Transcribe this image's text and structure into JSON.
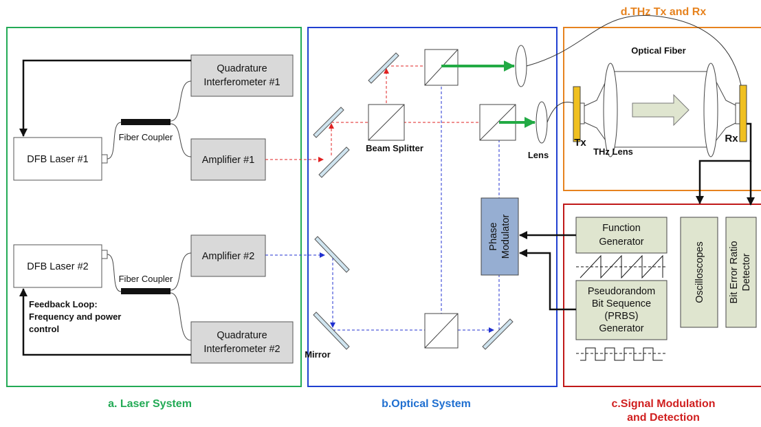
{
  "sections": {
    "laser": {
      "title": "a. Laser System",
      "color": "#22aa55"
    },
    "optical": {
      "title": "b.Optical System",
      "color": "#1f6fd0"
    },
    "signal": {
      "title_line1": "c.Signal Modulation",
      "title_line2": "and Detection",
      "color": "#d01f1f"
    },
    "thz": {
      "title": "d.THz Tx and Rx",
      "color": "#e6821e"
    }
  },
  "laser_system": {
    "dfb1": "DFB Laser #1",
    "dfb2": "DFB Laser #2",
    "qi1_line1": "Quadrature",
    "qi1_line2": "Interferometer #1",
    "qi2_line1": "Quadrature",
    "qi2_line2": "Interferometer #2",
    "amp1": "Amplifier #1",
    "amp2": "Amplifier #2",
    "coupler1": "Fiber Coupler",
    "coupler2": "Fiber Coupler",
    "feedback_line1": "Feedback Loop:",
    "feedback_line2": "Frequency and power",
    "feedback_line3": "control"
  },
  "optical_system": {
    "beam_splitter": "Beam Splitter",
    "mirror": "Mirror",
    "lens": "Lens",
    "phase_mod_line1": "Phase",
    "phase_mod_line2": "Modulator"
  },
  "thz_system": {
    "optical_fiber": "Optical Fiber",
    "tx": "Tx",
    "rx": "Rx",
    "thz_lens": "THz Lens"
  },
  "signal_system": {
    "func_gen_line1": "Function",
    "func_gen_line2": "Generator",
    "prbs_line1": "Pseudorandom",
    "prbs_line2": "Bit Sequence",
    "prbs_line3": "(PRBS)",
    "prbs_line4": "Generator",
    "oscilloscopes": "Oscilloscopes",
    "ber_line1": "Bit Error Ratio",
    "ber_line2": "Detector"
  },
  "colors": {
    "red_beam": "#e02020",
    "blue_beam": "#2030d0",
    "green_beam": "#22aa44",
    "gray_box": "#d9d9d9",
    "green_box": "#dfe5cf",
    "modulator": "#96aed2",
    "tx_rx": "#f0c020"
  }
}
